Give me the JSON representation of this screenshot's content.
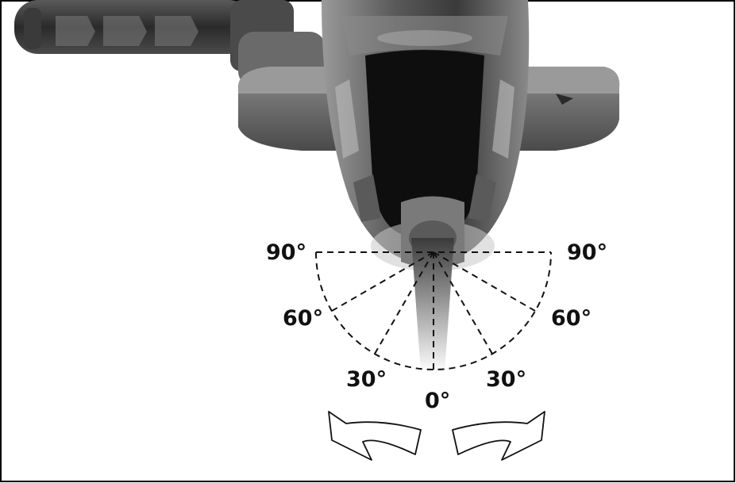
{
  "diagram": {
    "labels": {
      "left_90": "90°",
      "right_90": "90°",
      "left_60": "60°",
      "right_60": "60°",
      "left_30": "30°",
      "right_30": "30°",
      "center_0": "0°"
    },
    "rotation_directions": [
      "counter-clockwise",
      "clockwise"
    ]
  },
  "colors": {
    "ink": "#111111",
    "tool_dark": "#2b2b2b",
    "tool_mid": "#6a6a6a",
    "tool_light": "#a8a8a8",
    "guard": "#7a7a7a",
    "frame": "#000000"
  }
}
